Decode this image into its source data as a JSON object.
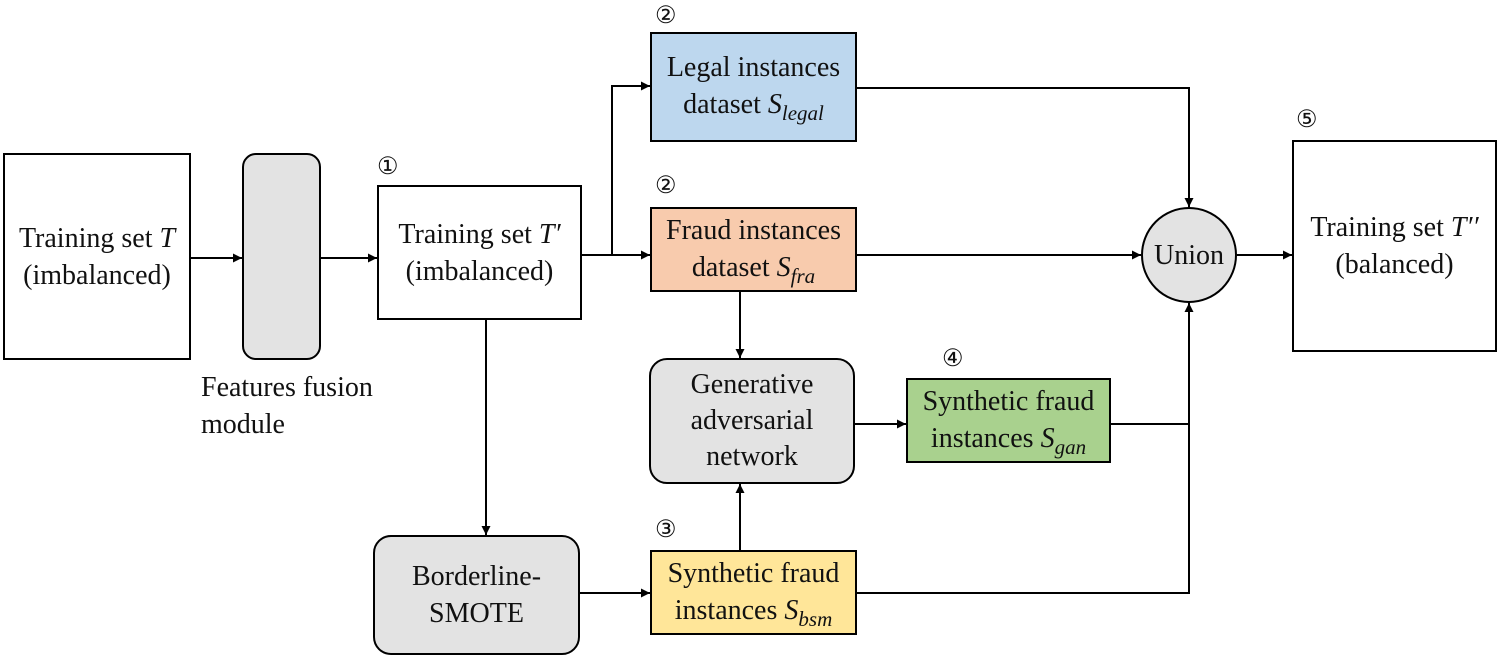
{
  "nodes": {
    "training_t": {
      "line1": "Training set ",
      "sym": "T",
      "line2": "(imbalanced)"
    },
    "fusion_caption": {
      "line1": "Features fusion",
      "line2": "module"
    },
    "training_tp": {
      "line1": "Training set ",
      "sym": "T′",
      "line2": "(imbalanced)"
    },
    "legal": {
      "line1": "Legal instances",
      "line2": "dataset ",
      "sym": "S",
      "sub": "legal",
      "color": "#bdd7ee"
    },
    "fraud": {
      "line1": "Fraud instances",
      "line2": "dataset ",
      "sym": "S",
      "sub": "fra",
      "color": "#f8cbad"
    },
    "gan": {
      "line1": "Generative",
      "line2": "adversarial",
      "line3": "network"
    },
    "syn_gan": {
      "line1": "Synthetic fraud",
      "line2": "instances ",
      "sym": "S",
      "sub": "gan",
      "color": "#a9d18e"
    },
    "smote": {
      "line1": "Borderline-",
      "line2": "SMOTE"
    },
    "syn_bsm": {
      "line1": "Synthetic fraud",
      "line2": "instances ",
      "sym": "S",
      "sub": "bsm",
      "color": "#ffe699"
    },
    "union": {
      "label": "Union"
    },
    "training_tpp": {
      "line1": "Training set ",
      "sym": "T′′",
      "line2": "(balanced)"
    }
  },
  "steps": {
    "s1": "①",
    "s2a": "②",
    "s2b": "②",
    "s3": "③",
    "s4": "④",
    "s5": "⑤"
  },
  "colors": {
    "neutral_fill": "#e3e3e3",
    "line": "#000000"
  }
}
